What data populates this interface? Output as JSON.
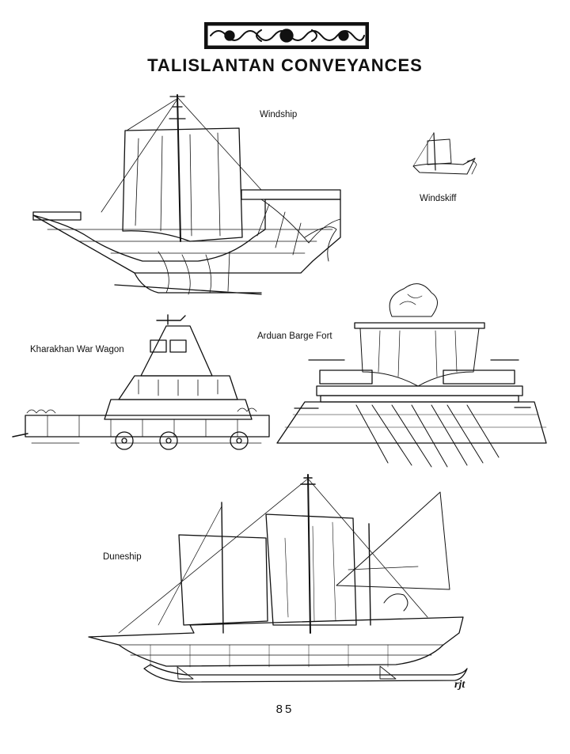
{
  "title": "TALISLANTAN CONVEYANCES",
  "captions": {
    "windship": "Windship",
    "windskiff": "Windskiff",
    "war_wagon": "Kharakhan War Wagon",
    "barge_fort": "Arduan Barge Fort",
    "duneship": "Duneship"
  },
  "artist_signature": "rjt",
  "page_number": "85"
}
